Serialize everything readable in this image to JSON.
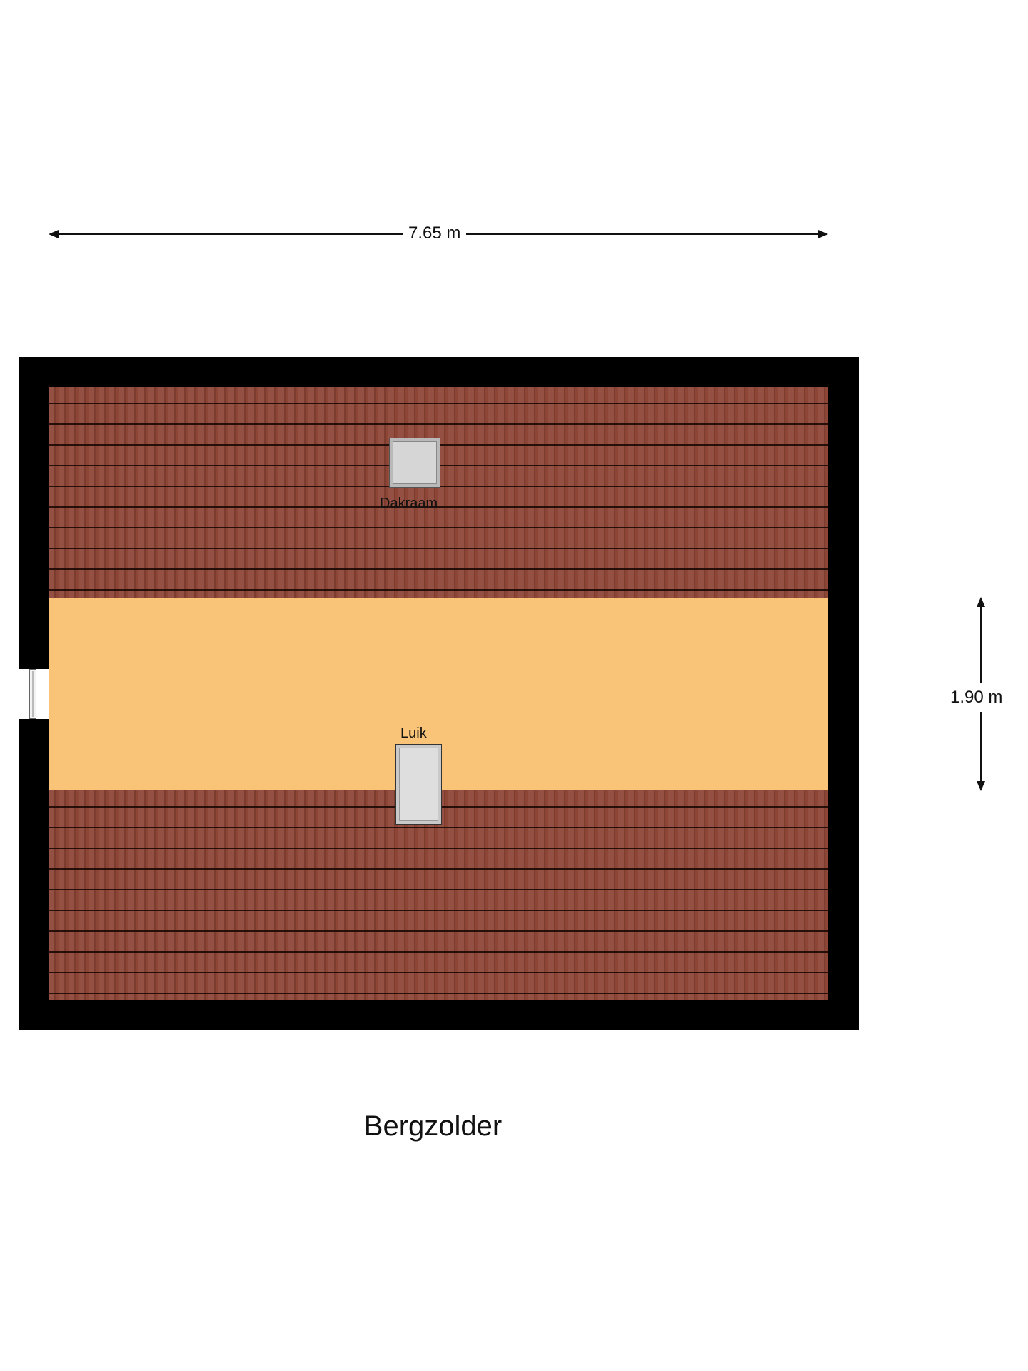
{
  "dimensions": {
    "width_label": "7.65 m",
    "height_label": "1.90 m"
  },
  "labels": {
    "skylight": "Dakraam",
    "hatch": "Luik"
  },
  "floor_title": "Bergzolder"
}
